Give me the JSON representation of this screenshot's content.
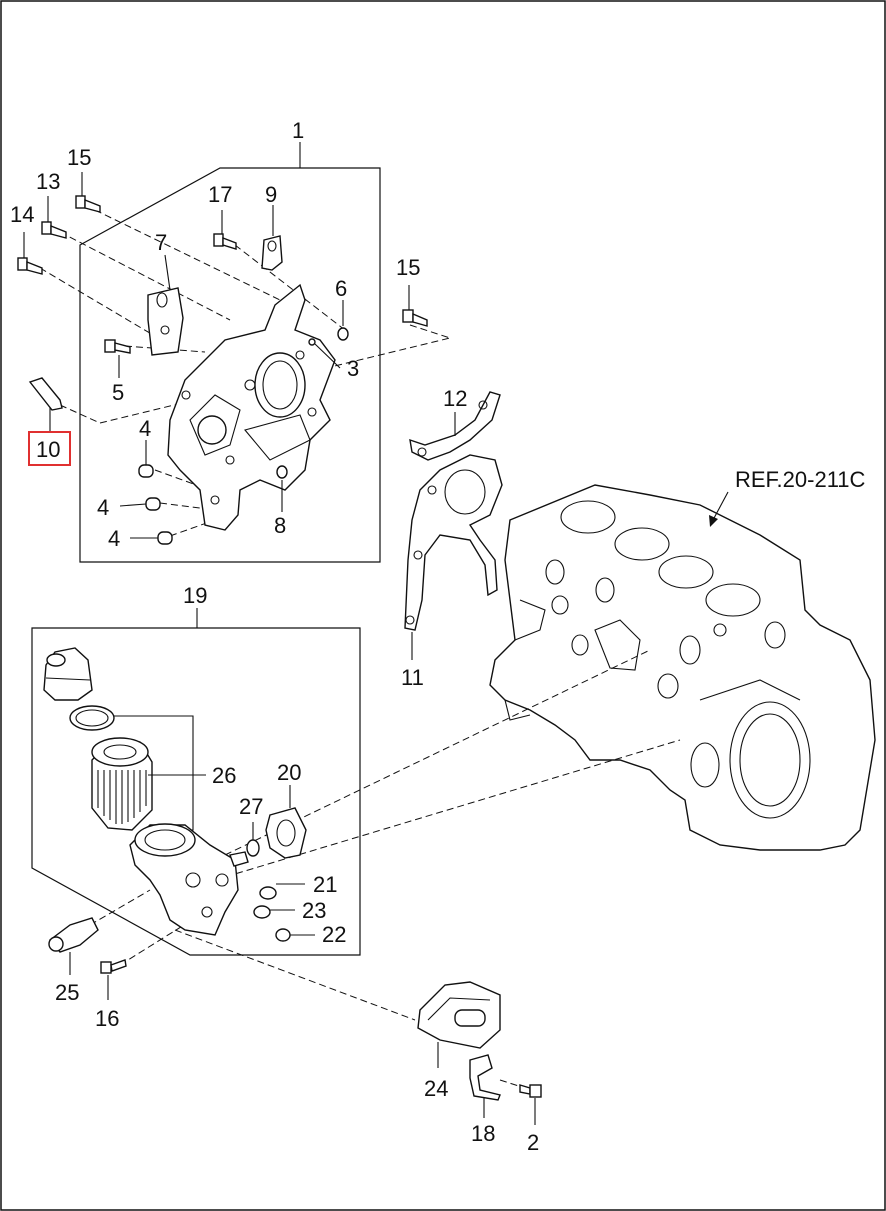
{
  "callouts": {
    "c1": "1",
    "c2": "2",
    "c3": "3",
    "c4a": "4",
    "c4b": "4",
    "c4c": "4",
    "c5": "5",
    "c6": "6",
    "c7": "7",
    "c8": "8",
    "c9": "9",
    "c10": "10",
    "c11": "11",
    "c12": "12",
    "c13": "13",
    "c14": "14",
    "c15a": "15",
    "c15b": "15",
    "c16": "16",
    "c17": "17",
    "c18": "18",
    "c19": "19",
    "c20": "20",
    "c21": "21",
    "c22": "22",
    "c23": "23",
    "c24": "24",
    "c25": "25",
    "c26": "26",
    "c27": "27"
  },
  "reference": "REF.20-211C",
  "highlighted_part": "10",
  "colors": {
    "line": "#111111",
    "highlight": "#e03030",
    "background": "#ffffff"
  }
}
